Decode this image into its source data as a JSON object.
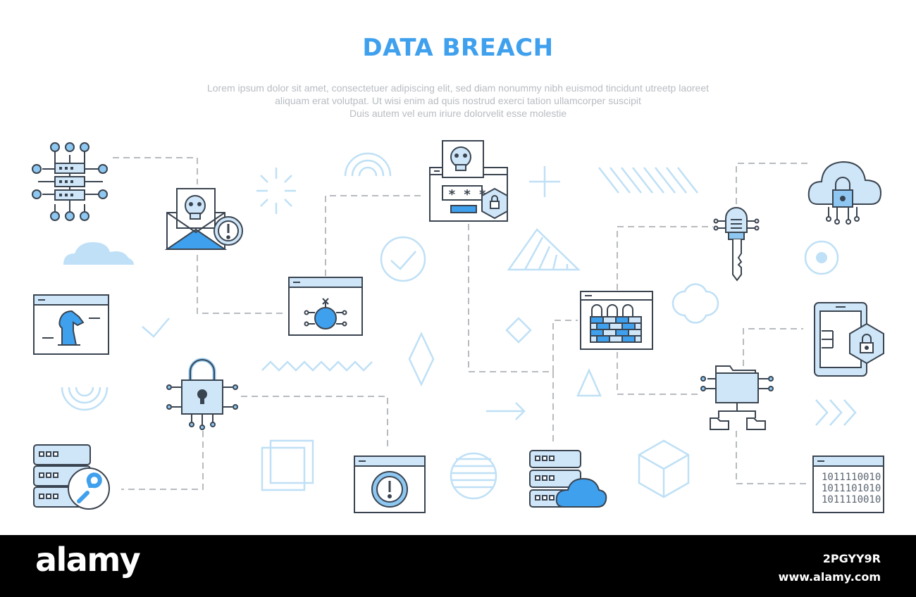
{
  "header": {
    "title": "DATA BREACH",
    "subtitle_lines": [
      "Lorem ipsum dolor sit amet, consectetuer adipiscing elit, sed diam nonummy nibh euismod tincidunt utreetp laoreet",
      "aliquam erat volutpat. Ut wisi enim ad  quis nostrud exerci tation ullamcorper suscipit",
      "Duis autem vel eum iriure dolorvelit esse molestie"
    ]
  },
  "colors": {
    "accent": "#3fa0ee",
    "fill": "#8ec8f2",
    "light": "#cfe6f9",
    "stroke": "#3a4450",
    "dash": "#b7bbc0",
    "decor": "#bfe0f6"
  },
  "icons": [
    "server-network-icon",
    "skull-mail-alert-icon",
    "skull-password-shield-icon",
    "cloud-lock-circuit-icon",
    "trojan-horse-window-icon",
    "bomb-virus-window-icon",
    "firewall-window-icon",
    "digital-key-icon",
    "mobile-lock-shield-icon",
    "padlock-circuit-icon",
    "folder-network-icon",
    "server-wrench-icon",
    "alert-window-icon",
    "server-cloud-icon",
    "binary-code-window-icon"
  ],
  "binary_window": {
    "lines": [
      "1011110010",
      "1011101010",
      "1011110010"
    ]
  },
  "password_field": {
    "mask": "* * *"
  },
  "footer": {
    "brand": "alamy",
    "image_id": "2PGYY9R",
    "site": "www.alamy.com"
  }
}
